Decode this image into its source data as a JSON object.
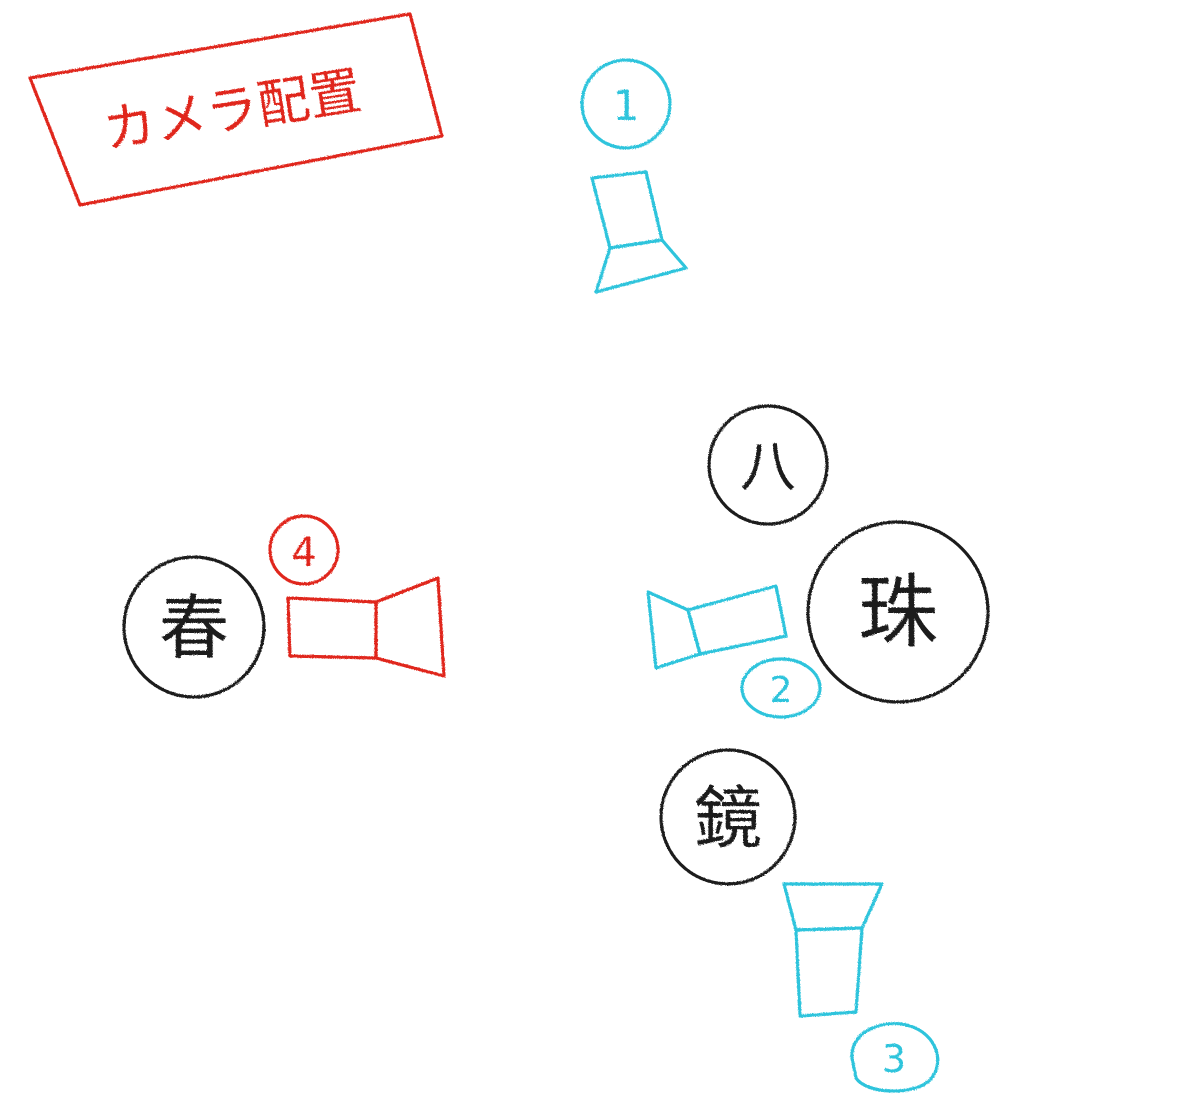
{
  "title": "カメラ配置",
  "people": {
    "hachi": "八",
    "shu": "珠",
    "haru": "春",
    "kyo": "鏡"
  },
  "cameras": {
    "cam1": "1",
    "cam2": "2",
    "cam3": "3",
    "cam4": "4"
  },
  "colors": {
    "title": "#e0281e",
    "camera_blue": "#2ec4dc",
    "camera_red": "#e0281e",
    "person": "#1b1b1b"
  }
}
